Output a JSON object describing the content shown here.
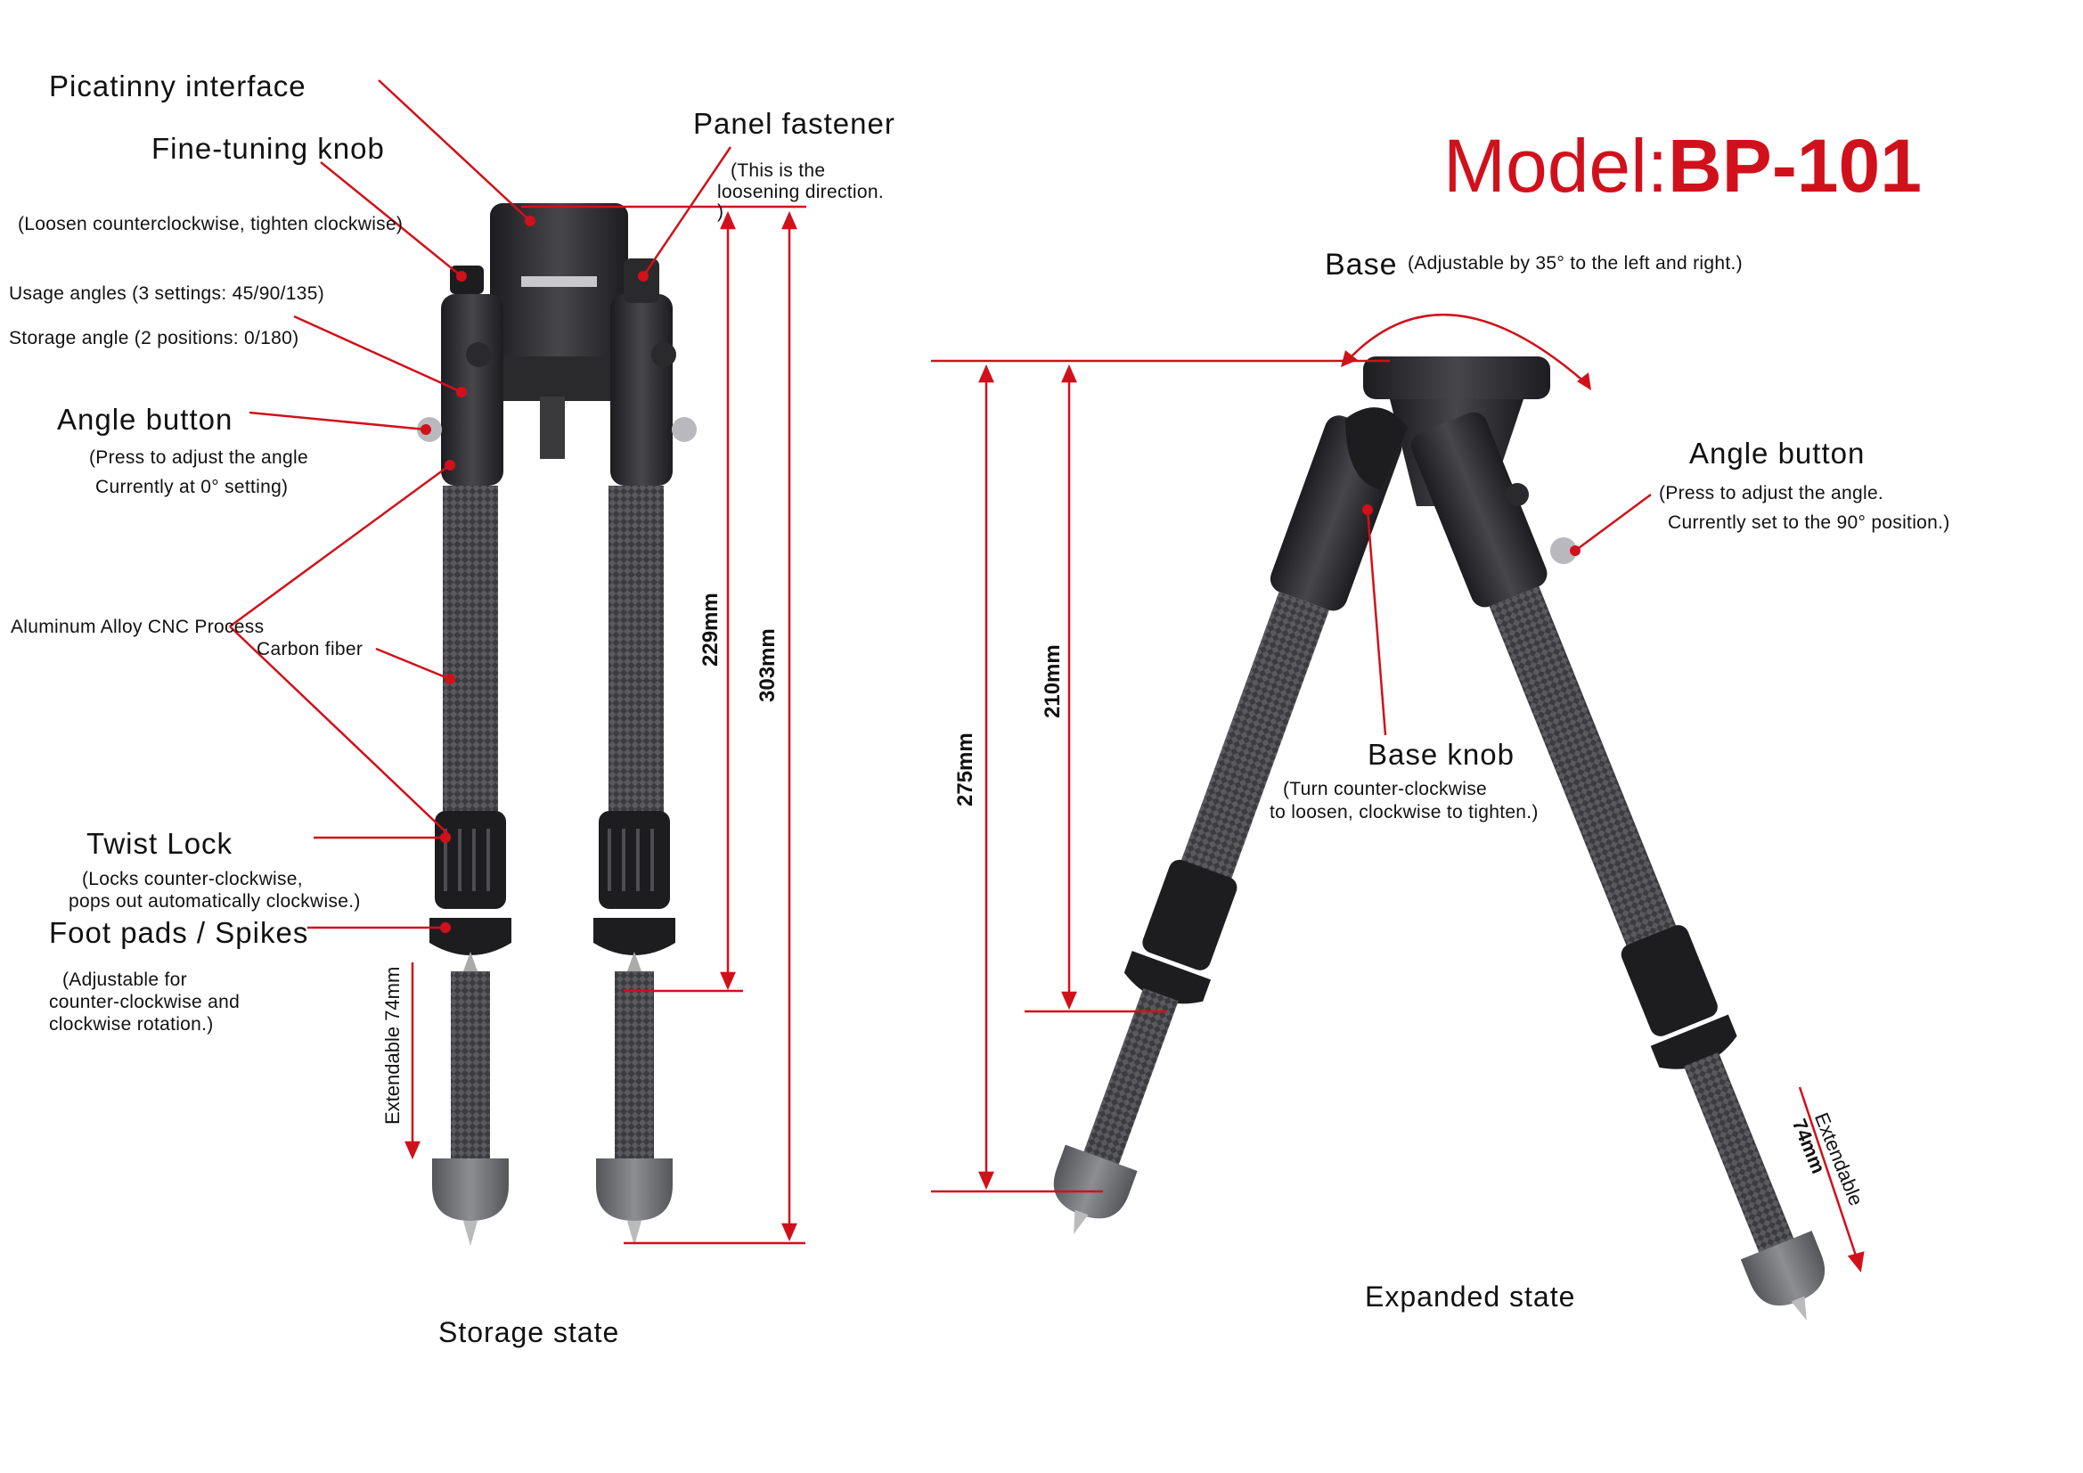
{
  "title": {
    "prefix": "Model:",
    "model": "BP-101"
  },
  "storage": {
    "picatinny": "Picatinny interface",
    "fine_tuning": "Fine-tuning knob",
    "fine_tuning_note": "(Loosen counterclockwise, tighten clockwise)",
    "usage_angles": "Usage angles (3 settings: 45/90/135)",
    "storage_angle": "Storage angle (2 positions: 0/180)",
    "angle_button": "Angle button",
    "angle_button_note1": "(Press to adjust the angle",
    "angle_button_note2": "Currently at 0° setting)",
    "aluminum": "Aluminum Alloy CNC Process",
    "carbon": "Carbon fiber",
    "twist_lock": "Twist Lock",
    "twist_lock_note1": "(Locks counter-clockwise,",
    "twist_lock_note2": "pops out automatically clockwise.)",
    "foot_pads": "Foot pads / Spikes",
    "foot_note1": "(Adjustable for",
    "foot_note2": "counter-clockwise and",
    "foot_note3": "clockwise rotation.)",
    "extendable": "Extendable 74mm",
    "panel_fastener": "Panel fastener",
    "panel_note1": "(This is the",
    "panel_note2": "loosening direction.",
    "panel_note3": ")",
    "dim_229": "229mm",
    "dim_303": "303mm",
    "caption": "Storage state"
  },
  "expanded": {
    "base": "Base",
    "base_note": "(Adjustable by 35° to the left and right.)",
    "angle_button": "Angle button",
    "angle_note1": "(Press to adjust the angle.",
    "angle_note2": "Currently set to the 90° position.)",
    "base_knob": "Base knob",
    "base_knob_note1": "(Turn counter-clockwise",
    "base_knob_note2": "to loosen, clockwise to tighten.)",
    "dim_275": "275mm",
    "dim_210": "210mm",
    "extendable": "Extendable",
    "extend_len": "74mm",
    "caption": "Expanded state"
  },
  "colors": {
    "accent": "#d0111b",
    "metal": "#2b2b2e",
    "carbon": "#4a4a4d",
    "foot": "#6b6b6e"
  }
}
